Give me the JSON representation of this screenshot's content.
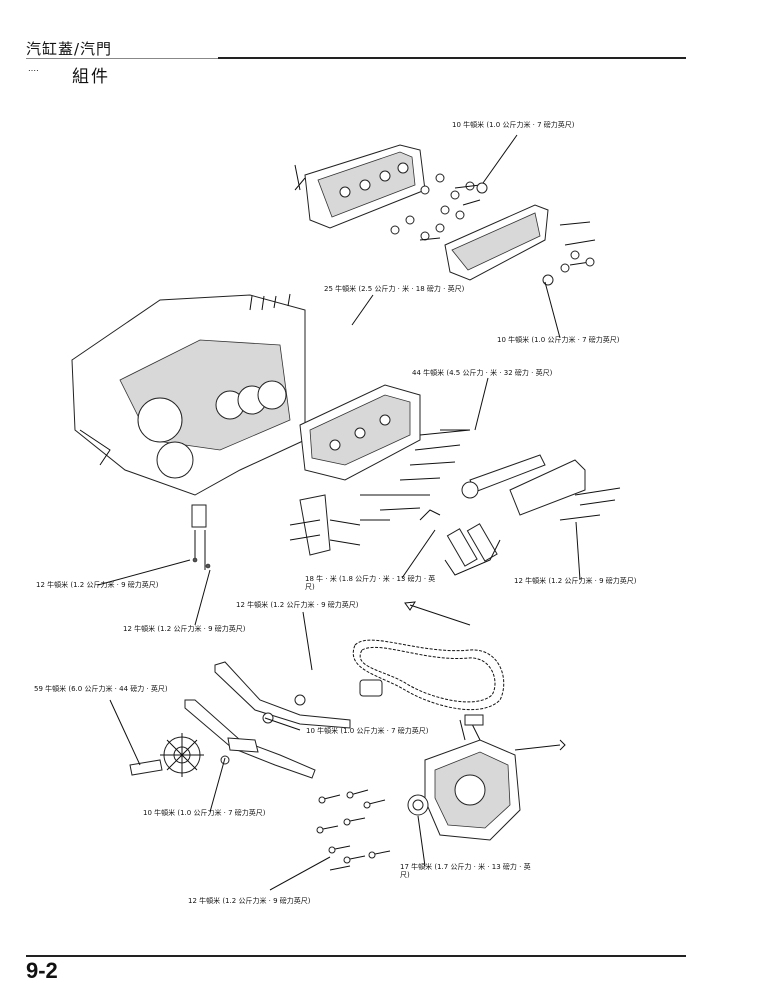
{
  "header": {
    "title": "汽缸蓋/汽門",
    "section_tag": "‥‥",
    "subtitle": "組件"
  },
  "labels": [
    {
      "id": "t1",
      "text": "10 牛頓米 (1.0 公斤力米 · 7 磅力英尺)"
    },
    {
      "id": "t2",
      "text": "25 牛頓米 (2.5 公斤力 · 米 · 18 磅力 · 英尺)"
    },
    {
      "id": "t3",
      "text": "10 牛頓米 (1.0 公斤力米 · 7 磅力英尺)"
    },
    {
      "id": "t4",
      "text": "44 牛頓米 (4.5 公斤力 · 米 · 32 磅力 · 英尺)"
    },
    {
      "id": "t5",
      "text": "18 牛 · 米 (1.8 公斤力 · 米 · 13 磅力 · 英尺)"
    },
    {
      "id": "t6",
      "text": "12 牛頓米 (1.2 公斤力米 · 9 磅力英尺)"
    },
    {
      "id": "t7",
      "text": "12 牛頓米 (1.2 公斤力米 · 9 磅力英尺)"
    },
    {
      "id": "t8",
      "text": "12 牛頓米 (1.2 公斤力米 · 9 磅力英尺)"
    },
    {
      "id": "t9",
      "text": "12 牛頓米 (1.2 公斤力米 · 9 磅力英尺)"
    },
    {
      "id": "t10",
      "text": "59 牛頓米 (6.0 公斤力米 · 44 磅力 · 英尺)"
    },
    {
      "id": "t11",
      "text": "10 牛頓米 (1.0 公斤力米 · 7 磅力英尺)"
    },
    {
      "id": "t12",
      "text": "10 牛頓米 (1.0 公斤力米 · 7 磅力英尺)"
    },
    {
      "id": "t13",
      "text": "17 牛頓米 (1.7 公斤力 · 米 · 13 磅力 · 英尺)"
    },
    {
      "id": "t14",
      "text": "12 牛頓米 (1.2 公斤力米 · 9 磅力英尺)"
    }
  ],
  "footer": {
    "page_number": "9-2"
  }
}
